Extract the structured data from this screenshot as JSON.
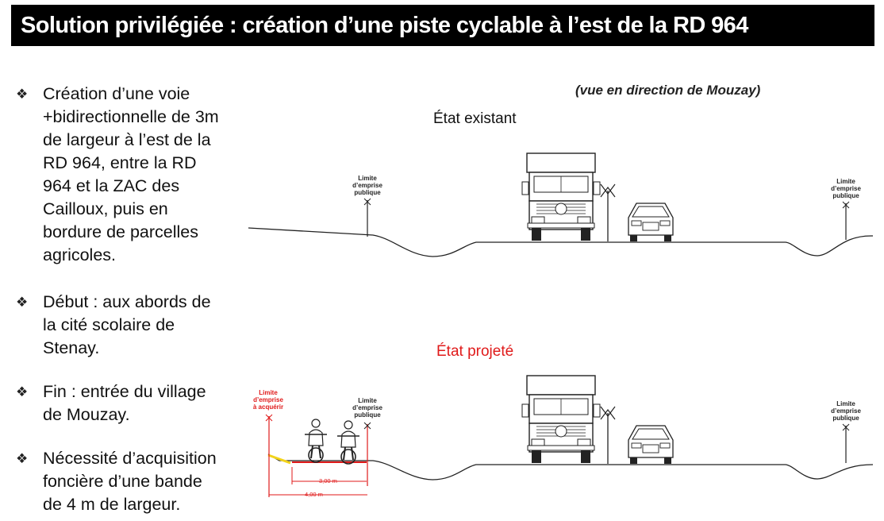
{
  "title": "Solution privilégiée : création d’une piste cyclable à l’est de la RD 964",
  "bullets": [
    "Création d’une voie +bidirectionnelle de 3m de largeur à l’est de la RD 964, entre la RD 964 et la ZAC des Cailloux, puis en bordure de parcelles agricoles.",
    "Début : aux abords de la cité scolaire de Stenay.",
    "Fin : entrée du village de Mouzay.",
    "Nécessité d’acquisition foncière d’une bande de 4 m de largeur."
  ],
  "bullet_lines": [
    [
      "Création d’une voie",
      "+bidirectionnelle de 3m",
      "de largeur à l’est de la",
      "RD 964, entre la RD",
      "964 et la ZAC des",
      "Cailloux, puis en",
      "bordure de parcelles",
      "agricoles."
    ],
    [
      "Début : aux abords de",
      "la cité scolaire de",
      "Stenay."
    ],
    [
      "Fin : entrée du village",
      "de Mouzay."
    ],
    [
      "Nécessité d’acquisition",
      "foncière d’une bande",
      "de 4 m de largeur."
    ]
  ],
  "bullet_symbol": "❖",
  "view_note": "(vue en direction de Mouzay)",
  "existing": {
    "label": "État existant",
    "limit_left": [
      "Limite",
      "d’emprise",
      "publique"
    ],
    "limit_right": [
      "Limite",
      "d’emprise",
      "publique"
    ]
  },
  "projected": {
    "label": "État projeté",
    "limit_acquire": [
      "Limite",
      "d’emprise",
      "à acquérir"
    ],
    "limit_left": [
      "Limite",
      "d’emprise",
      "publique"
    ],
    "limit_right": [
      "Limite",
      "d’emprise",
      "publique"
    ],
    "dim_inner": "3,00 m",
    "dim_outer": "4,00 m"
  },
  "colors": {
    "title_bg": "#000000",
    "title_fg": "#ffffff",
    "projected": "#e01a1a",
    "path_marker": "#f2d31b"
  }
}
